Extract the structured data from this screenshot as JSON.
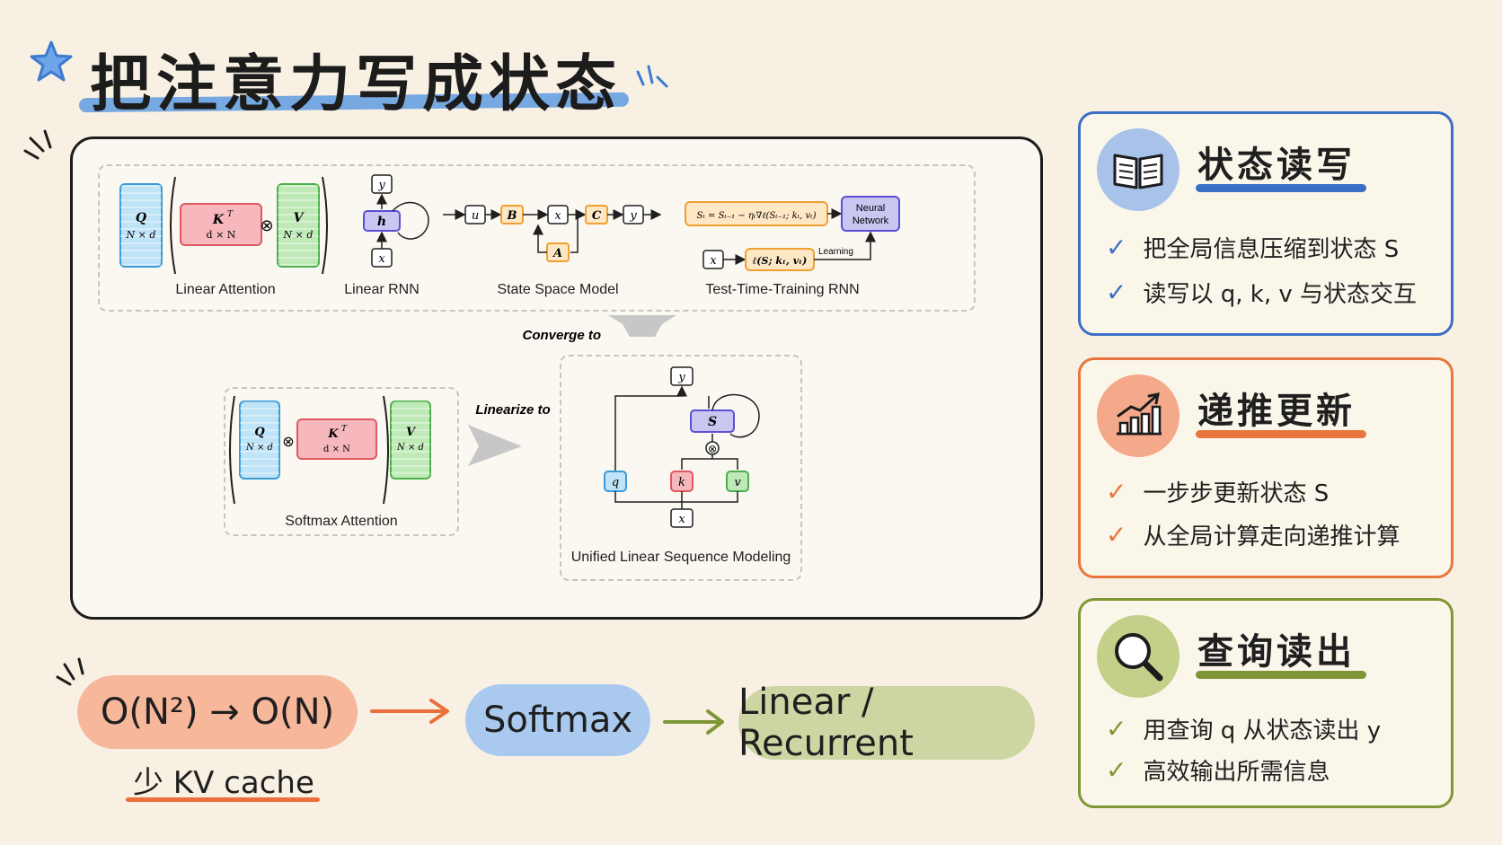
{
  "title": "把注意力写成状态",
  "diagram": {
    "top_labels": [
      "Linear Attention",
      "Linear RNN",
      "State Space Model",
      "Test-Time-Training RNN"
    ],
    "converge_label": "Converge to",
    "linearize_label": "Linearize to",
    "softmax_label": "Softmax Attention",
    "unified_label": "Unified Linear Sequence Modeling",
    "matrix": {
      "q": "Q",
      "q_dim": "N × d",
      "kt": "K",
      "kt_sup": "T",
      "kt_dim": "d × N",
      "v": "V",
      "v_dim": "N × d",
      "otimes": "⊗"
    },
    "rnn": {
      "y": "y",
      "h": "h",
      "x": "x"
    },
    "ssm": {
      "u": "u",
      "b": "B",
      "x": "x",
      "c": "C",
      "y": "y",
      "a": "A"
    },
    "ttt": {
      "update": "Sₜ = Sₜ₋₁ − ηₜ∇ℓ(Sₜ₋₁; kₜ, vₜ)",
      "neural_network": [
        "Neural",
        "Network"
      ],
      "x": "x",
      "loss": "ℓ(S; kₜ, vₜ)",
      "learning": "Learning"
    },
    "unified": {
      "y": "y",
      "s": "S",
      "q": "q",
      "k": "k",
      "v": "v",
      "x": "x",
      "otimes": "⊗"
    }
  },
  "bottom": {
    "complexity": "O(N²) → O(N)",
    "kv_cache": "少 KV cache",
    "softmax": "Softmax",
    "linear": "Linear / Recurrent"
  },
  "cards": [
    {
      "title": "状态读写",
      "icon": "book-icon",
      "color": "#3b6fc4",
      "bullets": [
        "把全局信息压缩到状态 S",
        "读写以 q, k, v 与状态交互"
      ]
    },
    {
      "title": "递推更新",
      "icon": "chart-icon",
      "color": "#e8763c",
      "bullets": [
        "一步步更新状态 S",
        "从全局计算走向递推计算"
      ]
    },
    {
      "title": "查询读出",
      "icon": "magnifier-icon",
      "color": "#7f9636",
      "bullets": [
        "用查询 q 从状态读出 y",
        "高效输出所需信息"
      ]
    }
  ],
  "colors": {
    "blue": "#5f9be0",
    "orange": "#f08a5a",
    "green": "#9bb15a",
    "q_fill": "#bfe3f7",
    "kt_fill": "#f6b8bd",
    "v_fill": "#bfeab8",
    "s_fill": "#c9c6f2"
  }
}
